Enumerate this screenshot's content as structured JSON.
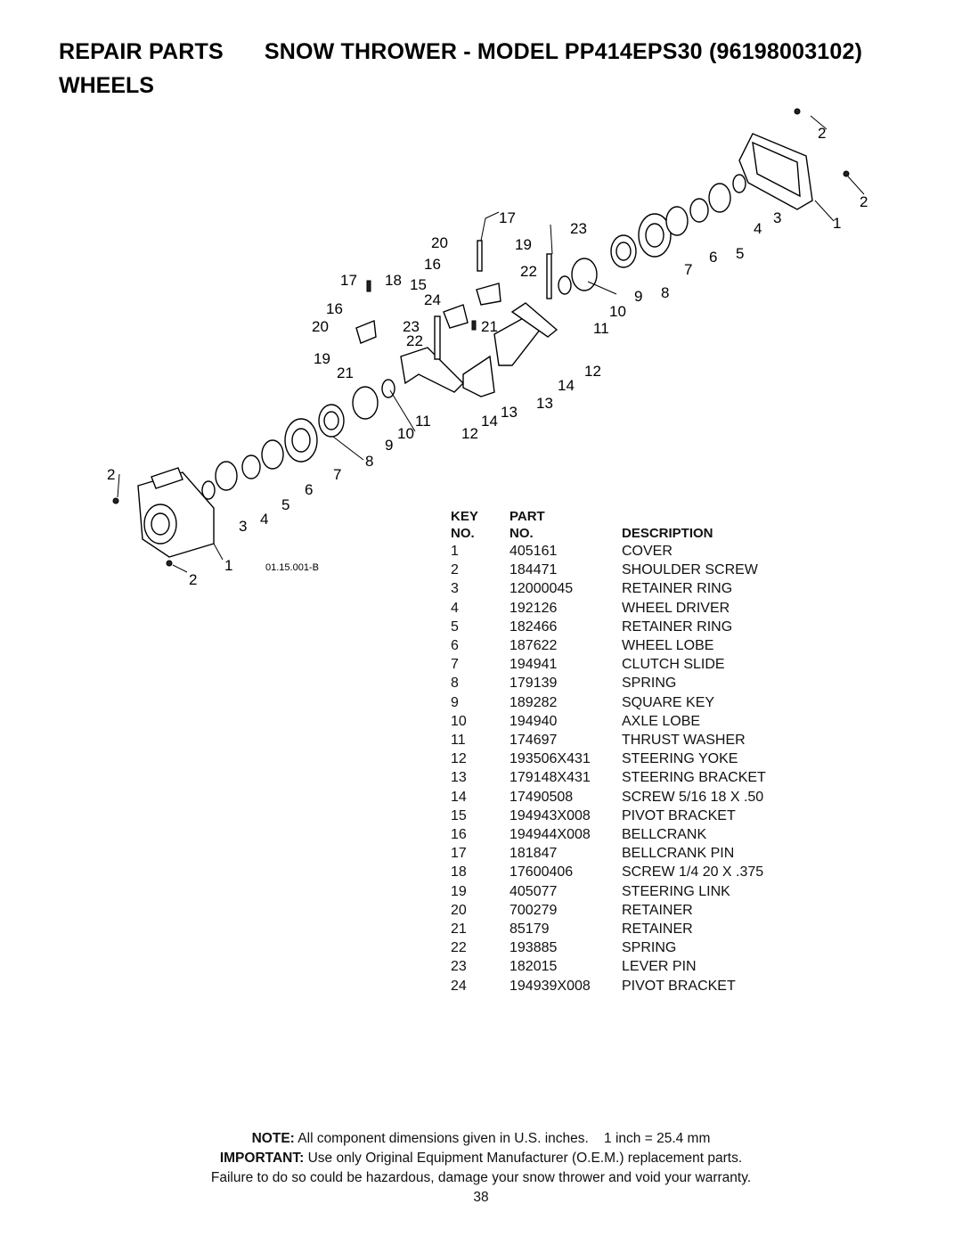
{
  "header": {
    "repair_parts": "REPAIR PARTS",
    "product_prefix": "SNOW THROWER - MODEL",
    "model": "PP414EPS30",
    "part_number": "(96198003102)",
    "section": "WHEELS"
  },
  "diagram": {
    "drawing_ref": "01.15.001-B",
    "callouts": [
      "1",
      "2",
      "3",
      "4",
      "5",
      "6",
      "7",
      "8",
      "9",
      "10",
      "11",
      "12",
      "13",
      "14",
      "15",
      "16",
      "17",
      "18",
      "19",
      "20",
      "21",
      "22",
      "23",
      "24"
    ]
  },
  "table": {
    "headers": {
      "key_1": "KEY",
      "key_2": "NO.",
      "part_1": "PART",
      "part_2": "NO.",
      "desc": "DESCRIPTION"
    },
    "rows": [
      {
        "key": "1",
        "part": "405161",
        "desc": "COVER"
      },
      {
        "key": "2",
        "part": "184471",
        "desc": "SHOULDER SCREW"
      },
      {
        "key": "3",
        "part": "12000045",
        "desc": "RETAINER RING"
      },
      {
        "key": "4",
        "part": "192126",
        "desc": "WHEEL DRIVER"
      },
      {
        "key": "5",
        "part": "182466",
        "desc": "RETAINER RING"
      },
      {
        "key": "6",
        "part": "187622",
        "desc": "WHEEL LOBE"
      },
      {
        "key": "7",
        "part": "194941",
        "desc": "CLUTCH SLIDE"
      },
      {
        "key": "8",
        "part": "179139",
        "desc": "SPRING"
      },
      {
        "key": "9",
        "part": "189282",
        "desc": "SQUARE KEY"
      },
      {
        "key": "10",
        "part": "194940",
        "desc": "AXLE LOBE"
      },
      {
        "key": "11",
        "part": "174697",
        "desc": "THRUST WASHER"
      },
      {
        "key": "12",
        "part": "193506X431",
        "desc": "STEERING YOKE"
      },
      {
        "key": "13",
        "part": "179148X431",
        "desc": "STEERING BRACKET"
      },
      {
        "key": "14",
        "part": "17490508",
        "desc": "SCREW 5/16 18 X .50"
      },
      {
        "key": "15",
        "part": "194943X008",
        "desc": "PIVOT BRACKET"
      },
      {
        "key": "16",
        "part": "194944X008",
        "desc": "BELLCRANK"
      },
      {
        "key": "17",
        "part": "181847",
        "desc": "BELLCRANK PIN"
      },
      {
        "key": "18",
        "part": "17600406",
        "desc": "SCREW 1/4 20 X .375"
      },
      {
        "key": "19",
        "part": "405077",
        "desc": "STEERING LINK"
      },
      {
        "key": "20",
        "part": "700279",
        "desc": "RETAINER"
      },
      {
        "key": "21",
        "part": "85179",
        "desc": "RETAINER"
      },
      {
        "key": "22",
        "part": "193885",
        "desc": "SPRING"
      },
      {
        "key": "23",
        "part": "182015",
        "desc": "LEVER PIN"
      },
      {
        "key": "24",
        "part": "194939X008",
        "desc": "PIVOT BRACKET"
      }
    ]
  },
  "footer": {
    "note_label": "NOTE:",
    "note_text": "All component dimensions given in U.S. inches.",
    "conversion": "1 inch = 25.4 mm",
    "important_label": "IMPORTANT:",
    "important_text": "Use only Original Equipment Manufacturer (O.E.M.) replacement parts.",
    "warning": "Failure to do so could be hazardous, damage your snow thrower and void your warranty.",
    "page_number": "38"
  }
}
